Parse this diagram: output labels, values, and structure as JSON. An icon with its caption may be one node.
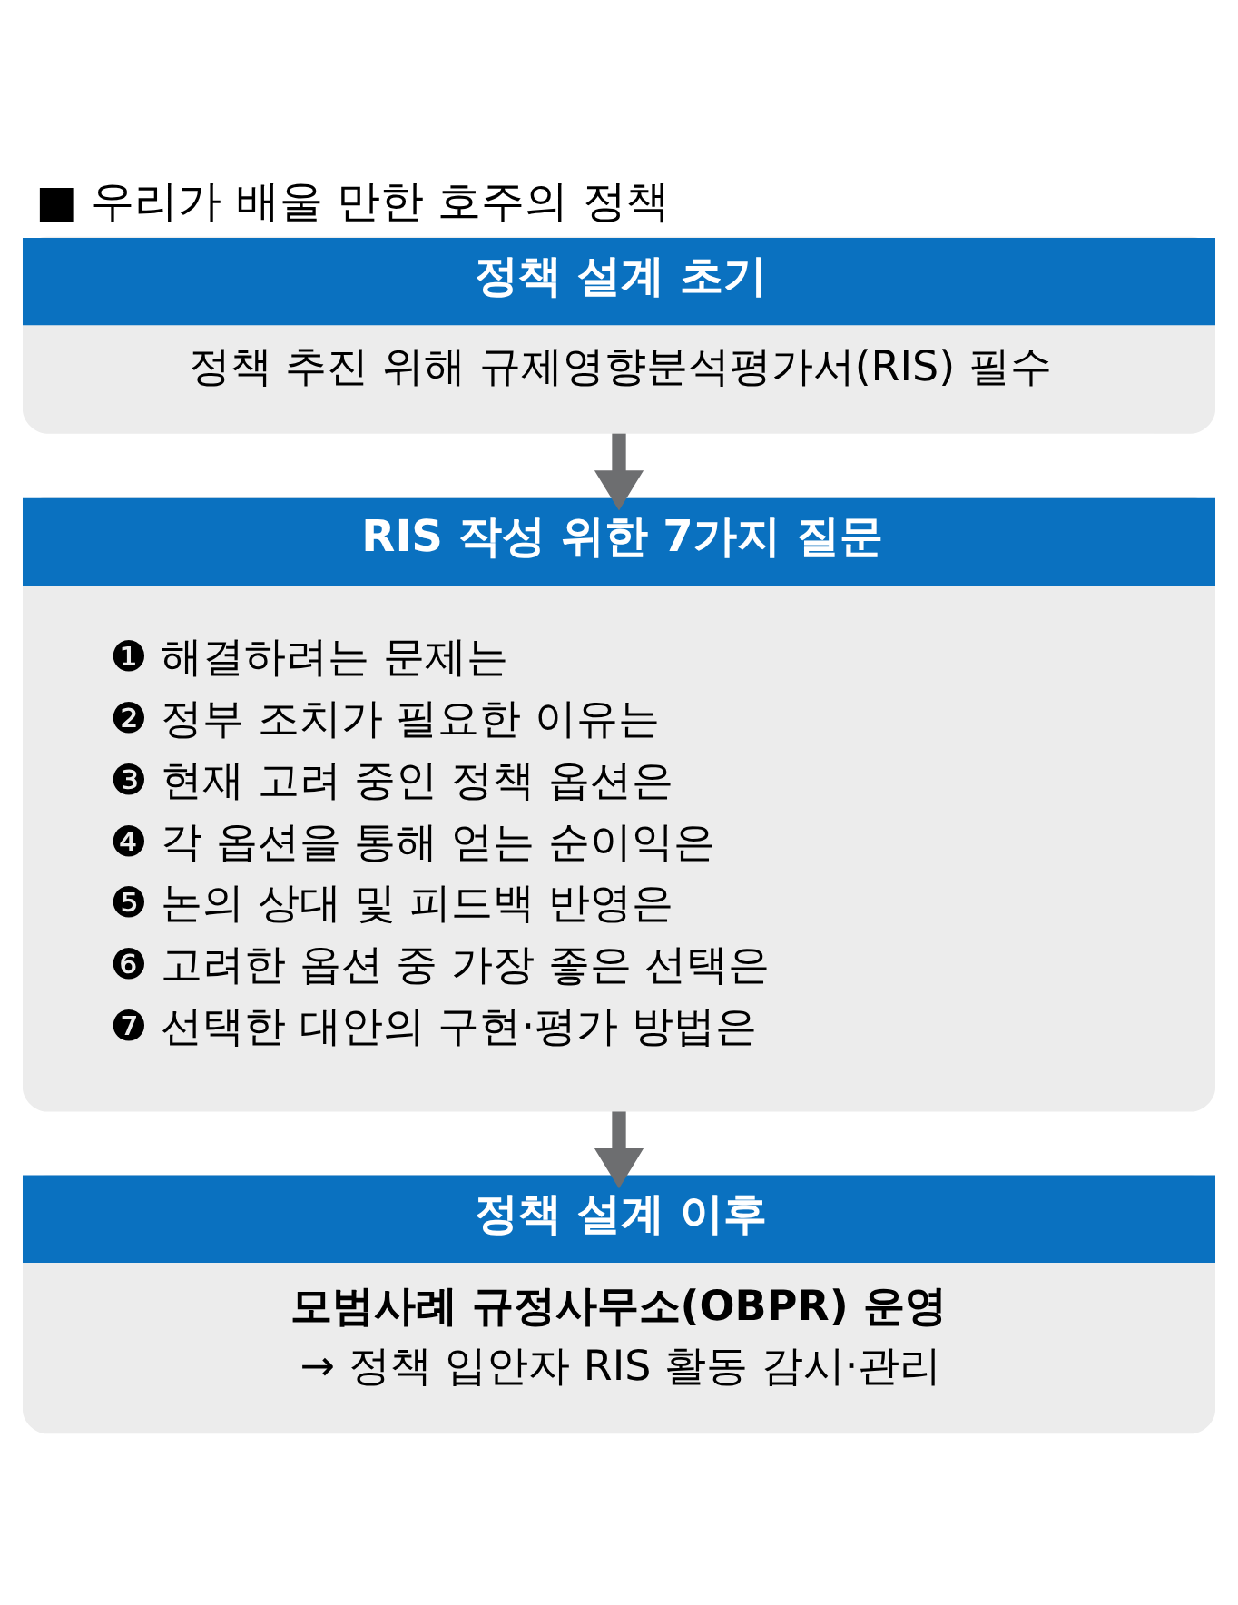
{
  "diagram": {
    "title": "■ 우리가 배울 만한 호주의 정책",
    "nodes": [
      {
        "text": [
          "정책 설계 초기",
          "정책 추진 위해 규제영향분석평가서(RIS) 필수"
        ]
      },
      {
        "text": [
          "RIS 작성 위한 7가지 질문",
          "❶ 해결하려는 문제는",
          "❷ 정부 조치가 필요한 이유는",
          "❸ 현재 고려 중인 정책 옵션은",
          "❹ 각 옵션을 통해 얻는 순이익은",
          "❺ 논의 상대 및 피드백 반영은",
          "❻ 고려한 옵션 중 가장 좋은 선택은",
          "❼ 선택한 대안의 구현·평가 방법은"
        ]
      },
      {
        "text": [
          "정책 설계 이후",
          "모범사례 규정사무소(OBPR) 운영",
          "→ 정책 입안자 RIS 활동 감시·관리"
        ]
      }
    ],
    "edges": [
      {
        "from": 0,
        "to": 1,
        "arrow": "to"
      },
      {
        "from": 1,
        "to": 2,
        "arrow": "to"
      }
    ]
  }
}
